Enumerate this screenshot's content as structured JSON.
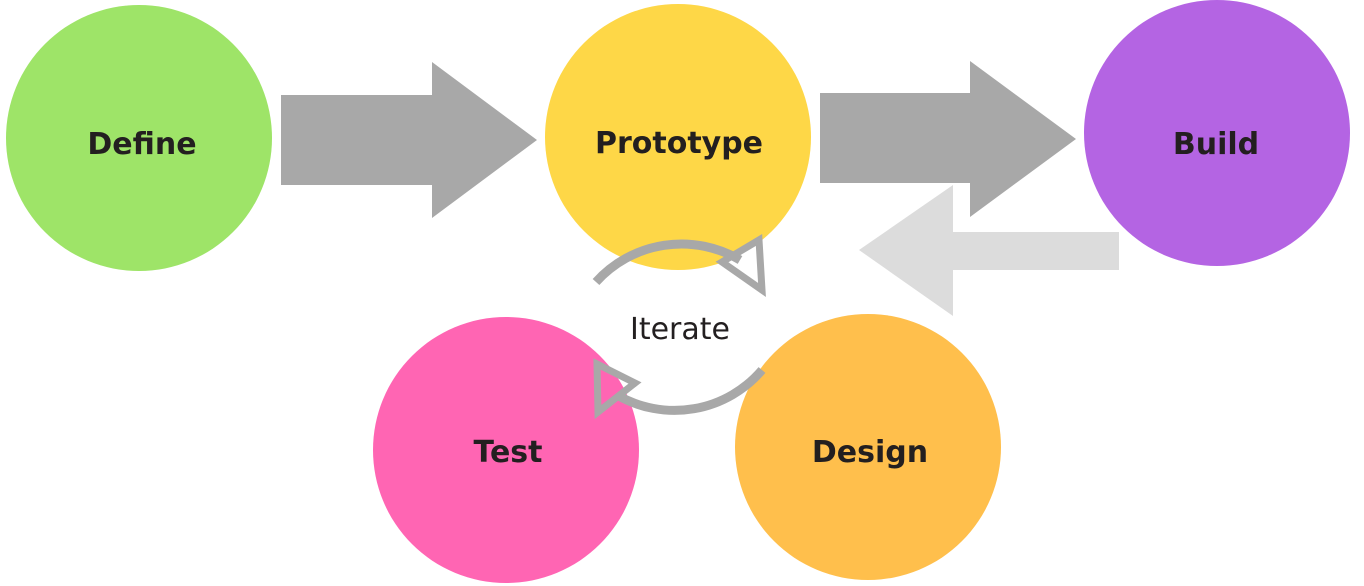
{
  "nodes": {
    "define": {
      "label": "Define",
      "color": "#9ee468"
    },
    "prototype": {
      "label": "Prototype",
      "color": "#fed747"
    },
    "build": {
      "label": "Build",
      "color": "#b464e3"
    },
    "test": {
      "label": "Test",
      "color": "#ff65b3"
    },
    "design": {
      "label": "Design",
      "color": "#ffbf4c"
    }
  },
  "center": {
    "label": "Iterate"
  },
  "colors": {
    "arrow": "#a8a8a8",
    "arrow_faded": "#dcdcdc",
    "cycle_arrow": "#a8a8a8"
  }
}
